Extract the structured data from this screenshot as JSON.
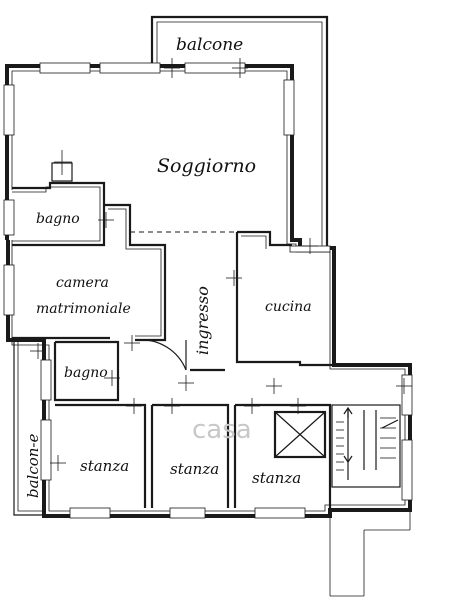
{
  "plan": {
    "rooms": {
      "balcone_top": "balcone",
      "soggiorno": "Soggiorno",
      "bagno_1": "bagno",
      "camera_line1": "camera",
      "camera_line2": "matrimoniale",
      "ingresso": "ingresso",
      "cucina": "cucina",
      "bagno_2": "bagno",
      "stanza_1": "stanza",
      "stanza_2": "stanza",
      "stanza_3": "stanza",
      "balcone_side": "balcon-e"
    },
    "watermark": "casa"
  }
}
